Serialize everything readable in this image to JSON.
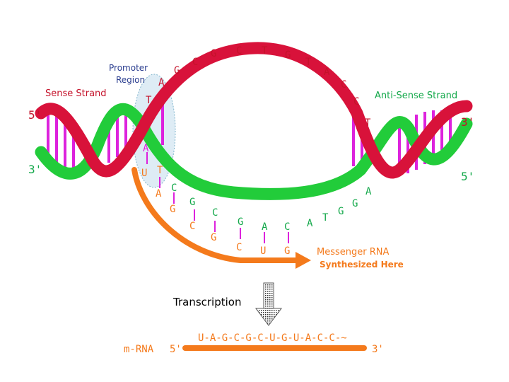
{
  "labels": {
    "promoter_line1": "Promoter",
    "promoter_line2": "Region",
    "sense_strand": "Sense Strand",
    "antisense_strand": "Anti-Sense Strand",
    "left_top_end": "5'",
    "left_bottom_end": "3'",
    "right_top_end": "3'",
    "right_bottom_end": "5'",
    "messenger_rna_line1": "Messenger RNA",
    "messenger_rna_line2": "Synthesized Here",
    "transcription": "Transcription",
    "mrna_label": "m-RNA",
    "mrna_5_end": "5'",
    "mrna_3_end": "3'",
    "mrna_sequence": "U-A-G-C-G-C-U-G-U-A-C-C-~"
  },
  "bases": {
    "red_top": [
      "A",
      "G",
      "C",
      "G",
      "C",
      "T",
      "G",
      "T",
      "A",
      "C",
      "C",
      "T"
    ],
    "green_middle": [
      "T",
      "A",
      "T",
      "C",
      "G",
      "C",
      "G",
      "A",
      "C",
      "A",
      "T",
      "G",
      "G",
      "A"
    ],
    "rna": [
      "U",
      "A",
      "G",
      "C",
      "G",
      "C",
      "U",
      "G"
    ]
  },
  "colors": {
    "red_strand": "#d8123a",
    "green_strand": "#22cc3a",
    "orange_rna": "#f47a1c",
    "rung": "#dd22dd",
    "label_blue": "#2a3d8f",
    "label_red": "#c4122a",
    "label_green": "#13a84a",
    "promoter_fill": "#c8e0ee"
  }
}
